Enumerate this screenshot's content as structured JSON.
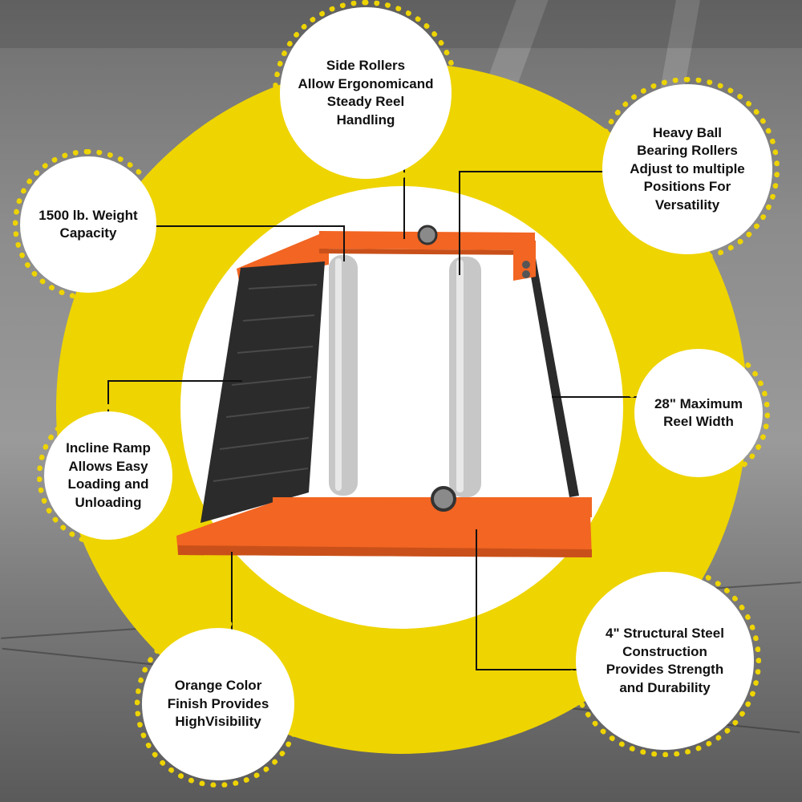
{
  "colors": {
    "accent_yellow": "#eed400",
    "product_orange": "#f26522",
    "ramp_black": "#2b2b2b",
    "roller_silver": "#c7c7c7"
  },
  "callouts": [
    {
      "id": "side-rollers",
      "text": "Side Rollers\nAllow Ergonomicand\nSteady Reel\nHandling"
    },
    {
      "id": "ball-bearing",
      "text": "Heavy Ball\nBearing Rollers\nAdjust to multiple\nPositions For\nVersatility"
    },
    {
      "id": "weight-capacity",
      "text": "1500 lb. Weight\nCapacity"
    },
    {
      "id": "reel-width",
      "text": "28\" Maximum\nReel Width"
    },
    {
      "id": "incline-ramp",
      "text": "Incline Ramp\nAllows Easy\nLoading and\nUnloading"
    },
    {
      "id": "steel-construction",
      "text": "4\" Structural Steel\nConstruction\nProvides Strength\nand Durability"
    },
    {
      "id": "orange-finish",
      "text": "Orange Color\nFinish Provides\nHighVisibility"
    }
  ]
}
